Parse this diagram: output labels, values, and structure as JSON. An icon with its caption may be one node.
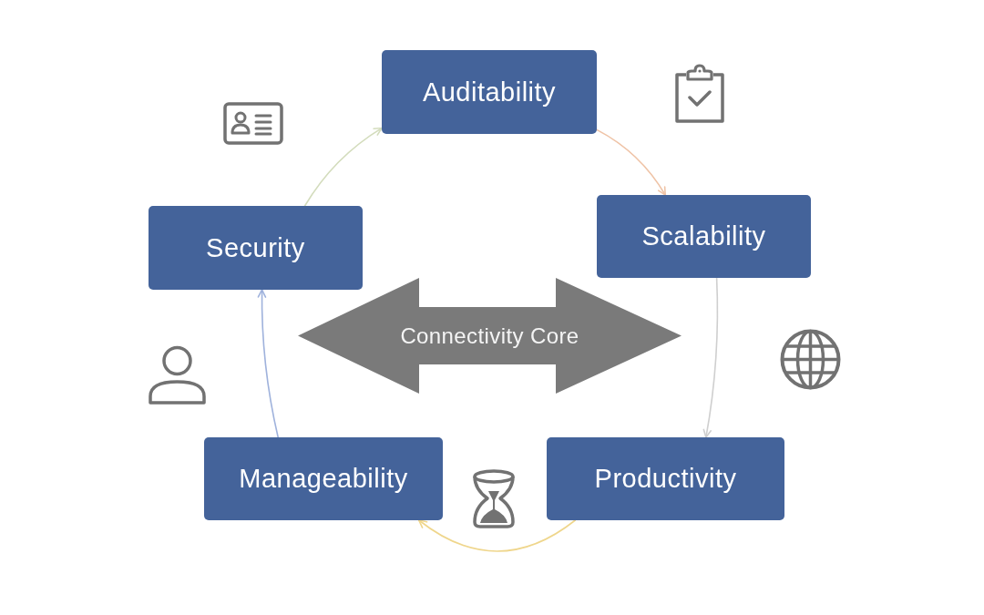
{
  "diagram": {
    "nodes": [
      {
        "text": [
          "Auditability"
        ]
      },
      {
        "text": [
          "Scalability"
        ]
      },
      {
        "text": [
          "Productivity"
        ]
      },
      {
        "text": [
          "Manageability"
        ]
      },
      {
        "text": [
          "Security"
        ]
      },
      {
        "text": [
          "Connectivity Core"
        ]
      }
    ],
    "edges": [
      {
        "from": 0,
        "to": 1,
        "arrow": "to",
        "color": "#efc3a6"
      },
      {
        "from": 1,
        "to": 2,
        "arrow": "to",
        "color": "#cfcfcf"
      },
      {
        "from": 2,
        "to": 3,
        "arrow": "to",
        "color": "#efd68c"
      },
      {
        "from": 3,
        "to": 4,
        "arrow": "to",
        "color": "#9fb2dc"
      },
      {
        "from": 4,
        "to": 0,
        "arrow": "to",
        "color": "#d3dcbc"
      }
    ]
  }
}
